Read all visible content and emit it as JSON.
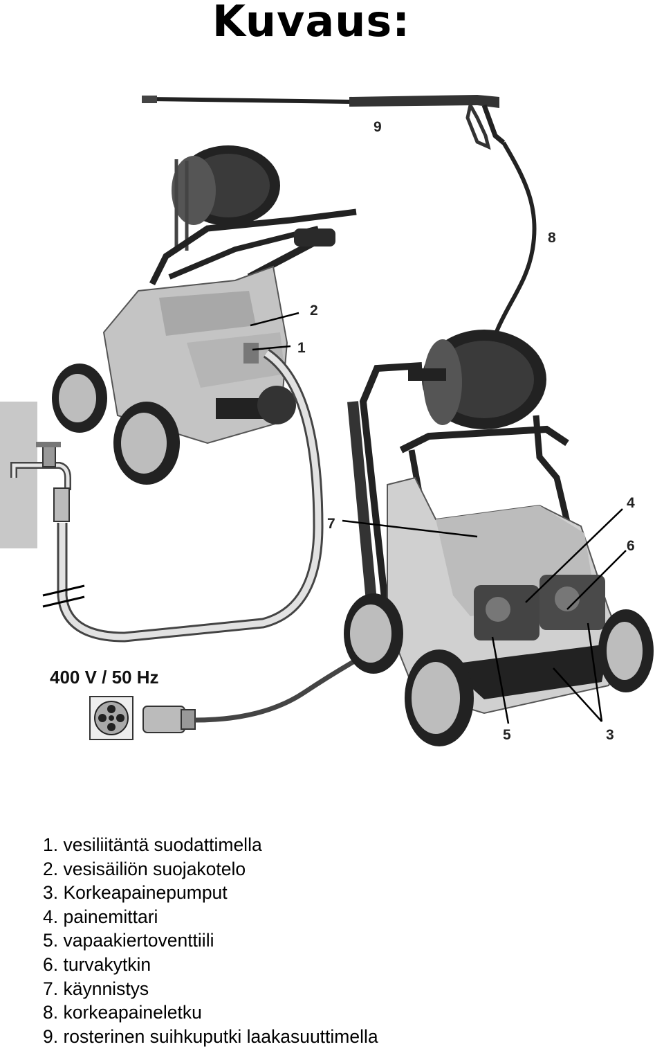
{
  "page": {
    "title": "Kuvaus:"
  },
  "illustration": {
    "power_label": "400 V / 50 Hz",
    "callouts": [
      "1",
      "2",
      "3",
      "4",
      "5",
      "6",
      "7",
      "8",
      "9"
    ]
  },
  "legend": [
    "1. vesiliitäntä suodattimella",
    "2. vesisäiliön suojakotelo",
    "3. Korkeapainepumput",
    "4. painemittari",
    "5. vapaakiertoventtiili",
    "6. turvakytkin",
    "7. käynnistys",
    "8. korkeapaineletku",
    "9. rosterinen suihkuputki laakasuuttimella"
  ]
}
